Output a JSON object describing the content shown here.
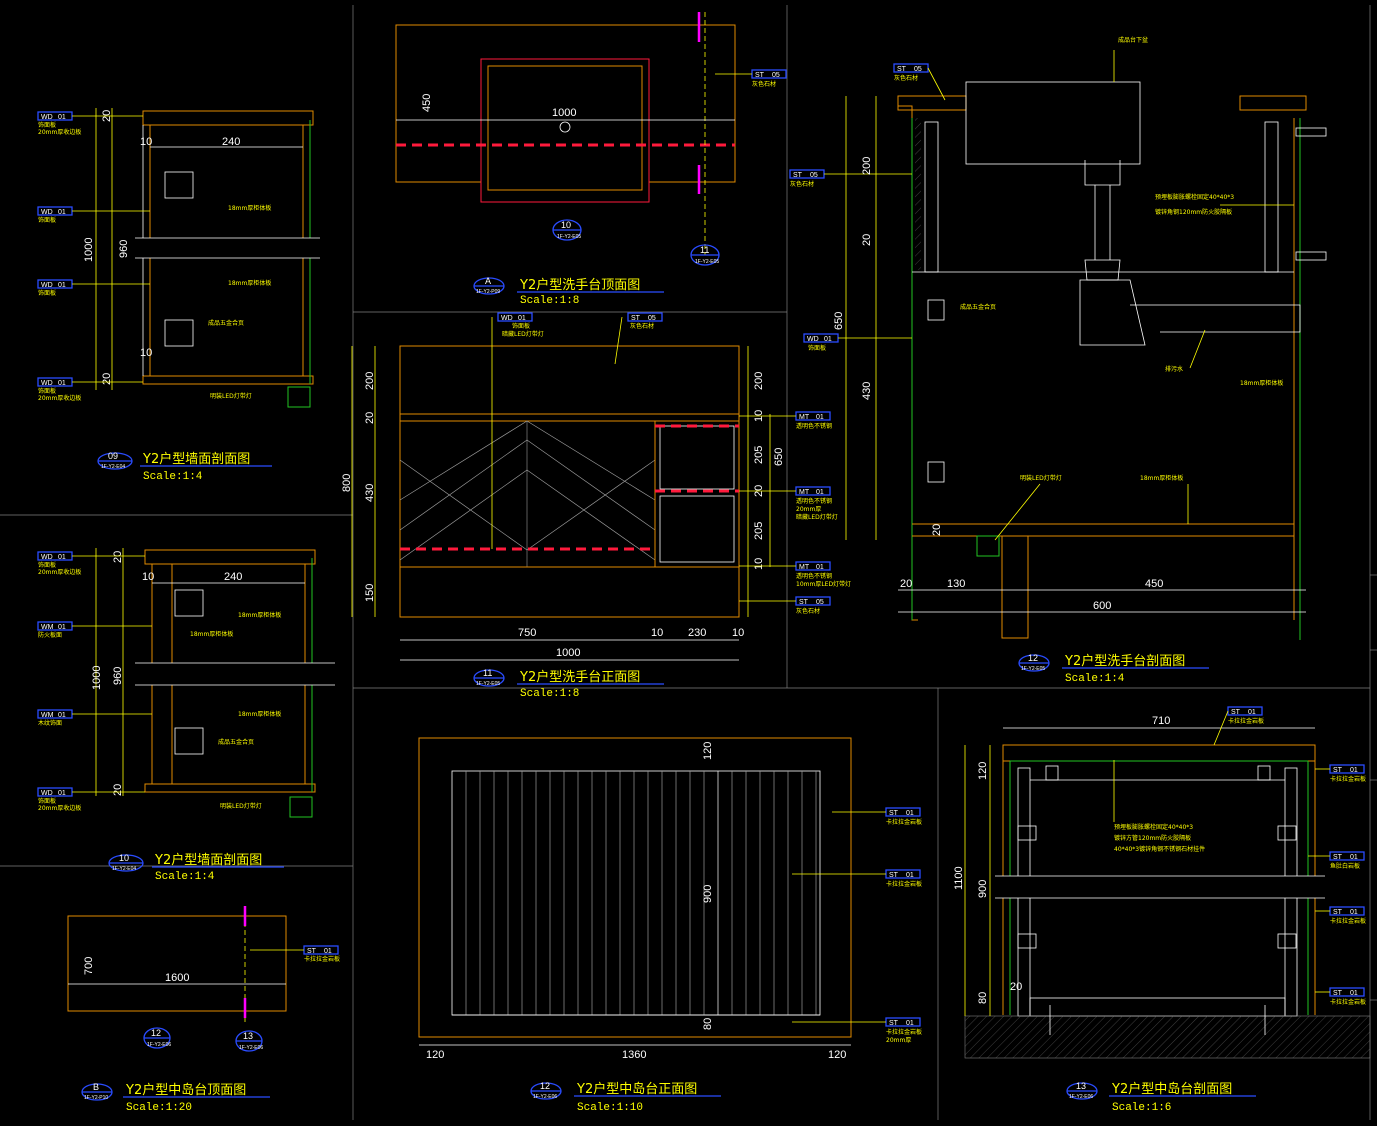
{
  "drawings": [
    {
      "id": "09",
      "ref": "1F-Y2-E04",
      "title": "Y2户型墙面剖面图",
      "scale": "Scale:1:4"
    },
    {
      "id": "A",
      "ref": "1F-Y2-P09",
      "title": "Y2户型洗手台顶面图",
      "scale": "Scale:1:8"
    },
    {
      "id": "12",
      "ref": "1F-Y2-E05",
      "title": "Y2户型洗手台剖面图",
      "scale": "Scale:1:4"
    },
    {
      "id": "10",
      "ref": "1F-Y2-E04",
      "title": "Y2户型墙面剖面图",
      "scale": "Scale:1:4"
    },
    {
      "id": "11",
      "ref": "1F-Y2-E05",
      "title": "Y2户型洗手台正面图",
      "scale": "Scale:1:8"
    },
    {
      "id": "B",
      "ref": "1F-Y2-P10",
      "title": "Y2户型中岛台顶面图",
      "scale": "Scale:1:20"
    },
    {
      "id": "12",
      "ref": "1F-Y2-E06",
      "title": "Y2户型中岛台正面图",
      "scale": "Scale:1:10"
    },
    {
      "id": "13",
      "ref": "1F-Y2-E06",
      "title": "Y2户型中岛台剖面图",
      "scale": "Scale:1:6"
    }
  ],
  "bubbles": {
    "b10": {
      "num": "10",
      "ref": "1F-Y2-E05"
    },
    "b11a": {
      "num": "11",
      "ref": "1F-Y2-E05"
    },
    "b12": {
      "num": "12",
      "ref": "1F-Y2-E06"
    },
    "b13": {
      "num": "13",
      "ref": "1F-Y2-E06"
    }
  },
  "tags": {
    "WD01": [
      "WD",
      "01"
    ],
    "ST05": [
      "ST",
      "05"
    ],
    "ST01": [
      "ST",
      "01"
    ],
    "MT01": [
      "MT",
      "01"
    ],
    "WM01": [
      "WM",
      "01"
    ]
  },
  "notes": {
    "n_shimb": "饰面板",
    "n_shimb_20": "20mm厚收边板",
    "n_gray_stone": "灰色石材",
    "n_18_board": "18mm厚柜体板",
    "n_hinge": "成品五金合页",
    "n_led": "明装LED灯带灯",
    "n_basin_under": "成品台下盆",
    "n_steel_frame": "预埋板膨胀螺栓固定40*40*3",
    "n_steel_frame2": "镀锌角钢120mm防火胶隔板",
    "n_trap": "排污水",
    "n_ss": "透明色不锈钢",
    "n_ss2": "透明色不锈钢",
    "n_ss_20": "20mm厚",
    "n_led_hid": "暗藏LED灯带灯",
    "n_ss3": "透明色不锈钢",
    "n_led_10": "10mm厚LED灯带灯",
    "n_wood_led": "暗藏LED灯带灯",
    "n_wood_finish": "饰面板",
    "n_fireproof": "防火板面",
    "n_wood_grain": "木纹饰面",
    "n_kara_stone": "卡拉拉金岩板",
    "n_steel_weld": "预埋板膨胀螺栓固定40*40*3",
    "n_steel_weld2": "镀锌方管120mm防火胶隔板",
    "n_steel_weld3": "40*40*3镀锌角钢不锈钢石材挂件",
    "n_kara_20": "20mm厚",
    "n_fish": "鱼肚白岩板"
  },
  "dims": {
    "d20": "20",
    "d10": "10",
    "d240": "240",
    "d1000": "1000",
    "d960": "960",
    "d450": "450",
    "d200": "200",
    "d650": "650",
    "d430": "430",
    "d130": "130",
    "d600": "600",
    "d800": "800",
    "d150": "150",
    "d750": "750",
    "d230": "230",
    "d205": "205",
    "d700": "700",
    "d1600": "1600",
    "d120": "120",
    "d900": "900",
    "d80": "80",
    "d1360": "1360",
    "d710": "710",
    "d1100": "1100"
  }
}
